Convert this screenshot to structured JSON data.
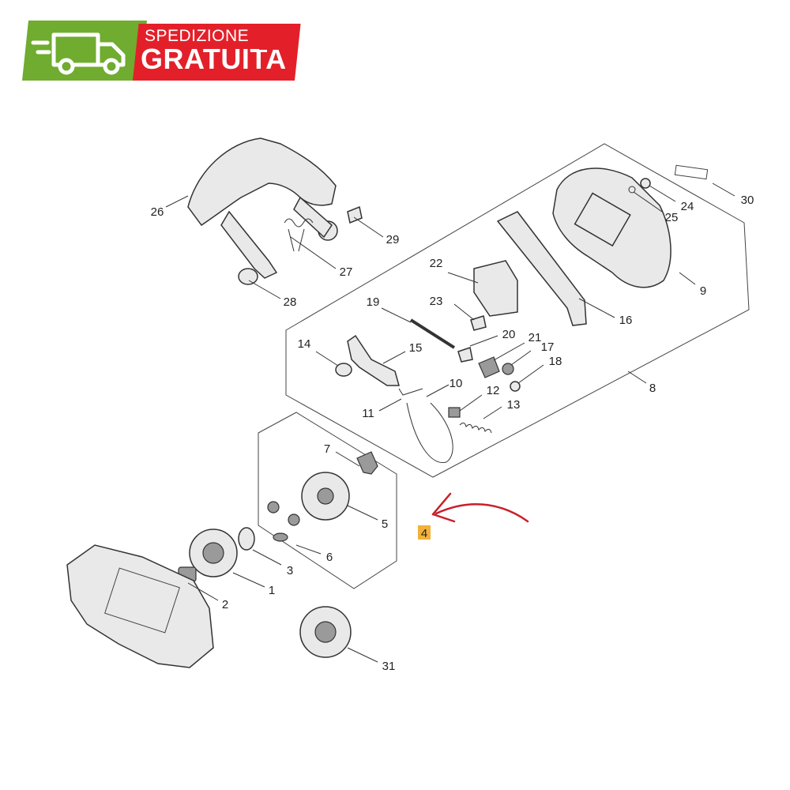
{
  "badge": {
    "line1": "SPEDIZIONE",
    "line2": "GRATUITA",
    "green": "#6fac2f",
    "red": "#e3202a",
    "icon": "delivery-truck-icon"
  },
  "highlight": {
    "color": "#f2b13a",
    "arrow_color": "#c8202a"
  },
  "callouts": [
    "1",
    "2",
    "3",
    "4",
    "5",
    "6",
    "7",
    "8",
    "9",
    "10",
    "11",
    "12",
    "13",
    "14",
    "15",
    "16",
    "17",
    "18",
    "19",
    "20",
    "21",
    "22",
    "23",
    "24",
    "25",
    "26",
    "27",
    "28",
    "29",
    "30",
    "31"
  ]
}
